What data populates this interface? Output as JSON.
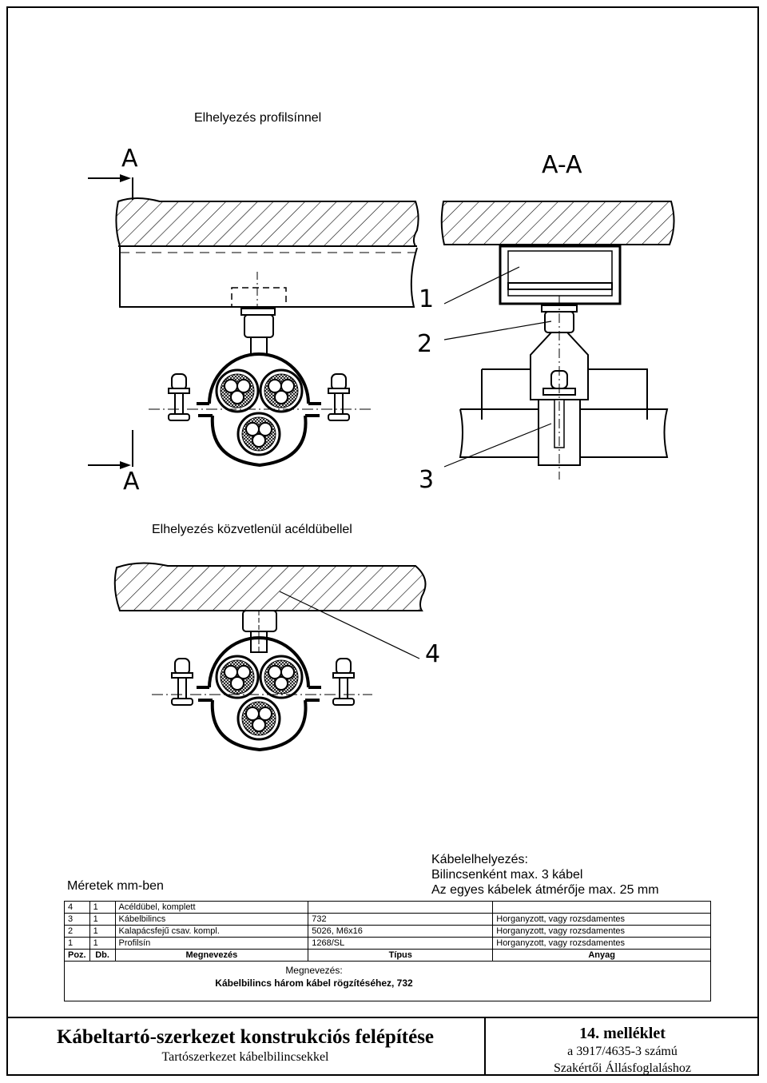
{
  "captions": {
    "top": "Elhelyezés profilsínnel",
    "bottom": "Elhelyezés közvetlenül acéldübellel"
  },
  "drawing_labels": {
    "section_a_top": "A",
    "section_a_bottom": "A",
    "section_view": "A-A",
    "pos1": "1",
    "pos2": "2",
    "pos3": "3",
    "pos4": "4"
  },
  "notes": {
    "line1": "Kábelelhelyezés:",
    "line2": "Bilincsenként max. 3 kábel",
    "line3": "Az egyes kábelek átmérője max. 25 mm"
  },
  "units_note": "Méretek mm-ben",
  "parts_table": {
    "rows": [
      {
        "poz": "4",
        "db": "1",
        "name": "Acéldübel, komplett",
        "tipus": "",
        "anyag": ""
      },
      {
        "poz": "3",
        "db": "1",
        "name": "Kábelbilincs",
        "tipus": "732",
        "anyag": "Horganyzott, vagy rozsdamentes"
      },
      {
        "poz": "2",
        "db": "1",
        "name": "Kalapácsfejű csav. kompl.",
        "tipus": "5026, M6x16",
        "anyag": "Horganyzott, vagy rozsdamentes"
      },
      {
        "poz": "1",
        "db": "1",
        "name": "Profilsín",
        "tipus": "1268/SL",
        "anyag": "Horganyzott, vagy rozsdamentes"
      }
    ],
    "header": {
      "poz": "Poz.",
      "db": "Db.",
      "name": "Megnevezés",
      "tipus": "Típus",
      "anyag": "Anyag"
    },
    "designation_label": "Megnevezés:",
    "designation_title": "Kábelbilincs három kábel rögzítéséhez, 732"
  },
  "title_block": {
    "title": "Kábeltartó-szerkezet konstrukciós felépítése",
    "subtitle": "Tartószerkezet kábelbilincsekkel",
    "annex": "14. melléklet",
    "ref": "a 3917/4635-3 számú",
    "doc": "Szakértői Állásfoglaláshoz"
  }
}
